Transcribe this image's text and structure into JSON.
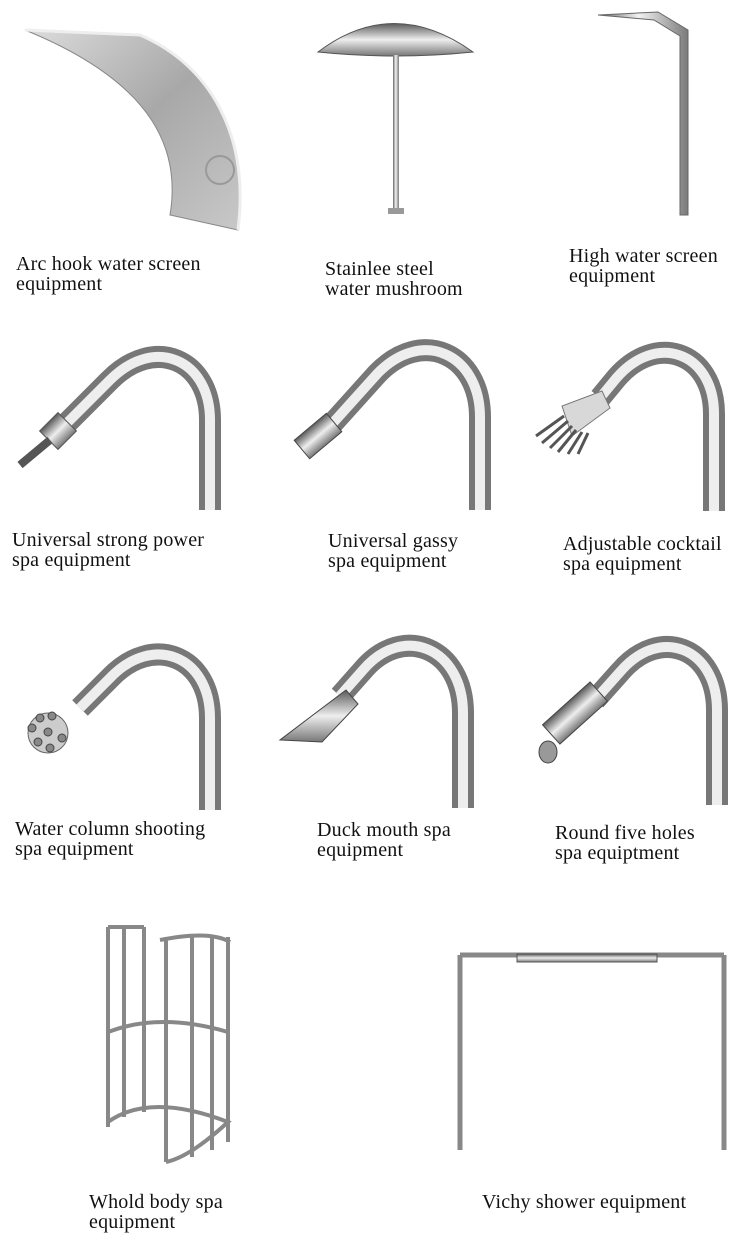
{
  "products": [
    {
      "id": "arc-hook",
      "lines": [
        "Arc hook water screen",
        "equipment"
      ]
    },
    {
      "id": "mushroom",
      "lines": [
        "Stainlee steel",
        "water mushroom"
      ]
    },
    {
      "id": "high-screen",
      "lines": [
        "High water screen",
        "equipment"
      ]
    },
    {
      "id": "strong-power",
      "lines": [
        "Universal strong power",
        "spa equipment"
      ]
    },
    {
      "id": "gassy",
      "lines": [
        "Universal gassy",
        "spa equipment"
      ]
    },
    {
      "id": "cocktail",
      "lines": [
        "Adjustable cocktail",
        "spa equipment"
      ]
    },
    {
      "id": "column-shooting",
      "lines": [
        "Water column shooting",
        "spa equipment"
      ]
    },
    {
      "id": "duck-mouth",
      "lines": [
        "Duck mouth spa",
        "equipment"
      ]
    },
    {
      "id": "five-holes",
      "lines": [
        "Round five holes",
        "spa equiptment"
      ]
    },
    {
      "id": "whole-body",
      "lines": [
        "Whold body spa",
        "equipment"
      ]
    },
    {
      "id": "vichy",
      "lines": [
        "Vichy shower equipment"
      ]
    }
  ]
}
